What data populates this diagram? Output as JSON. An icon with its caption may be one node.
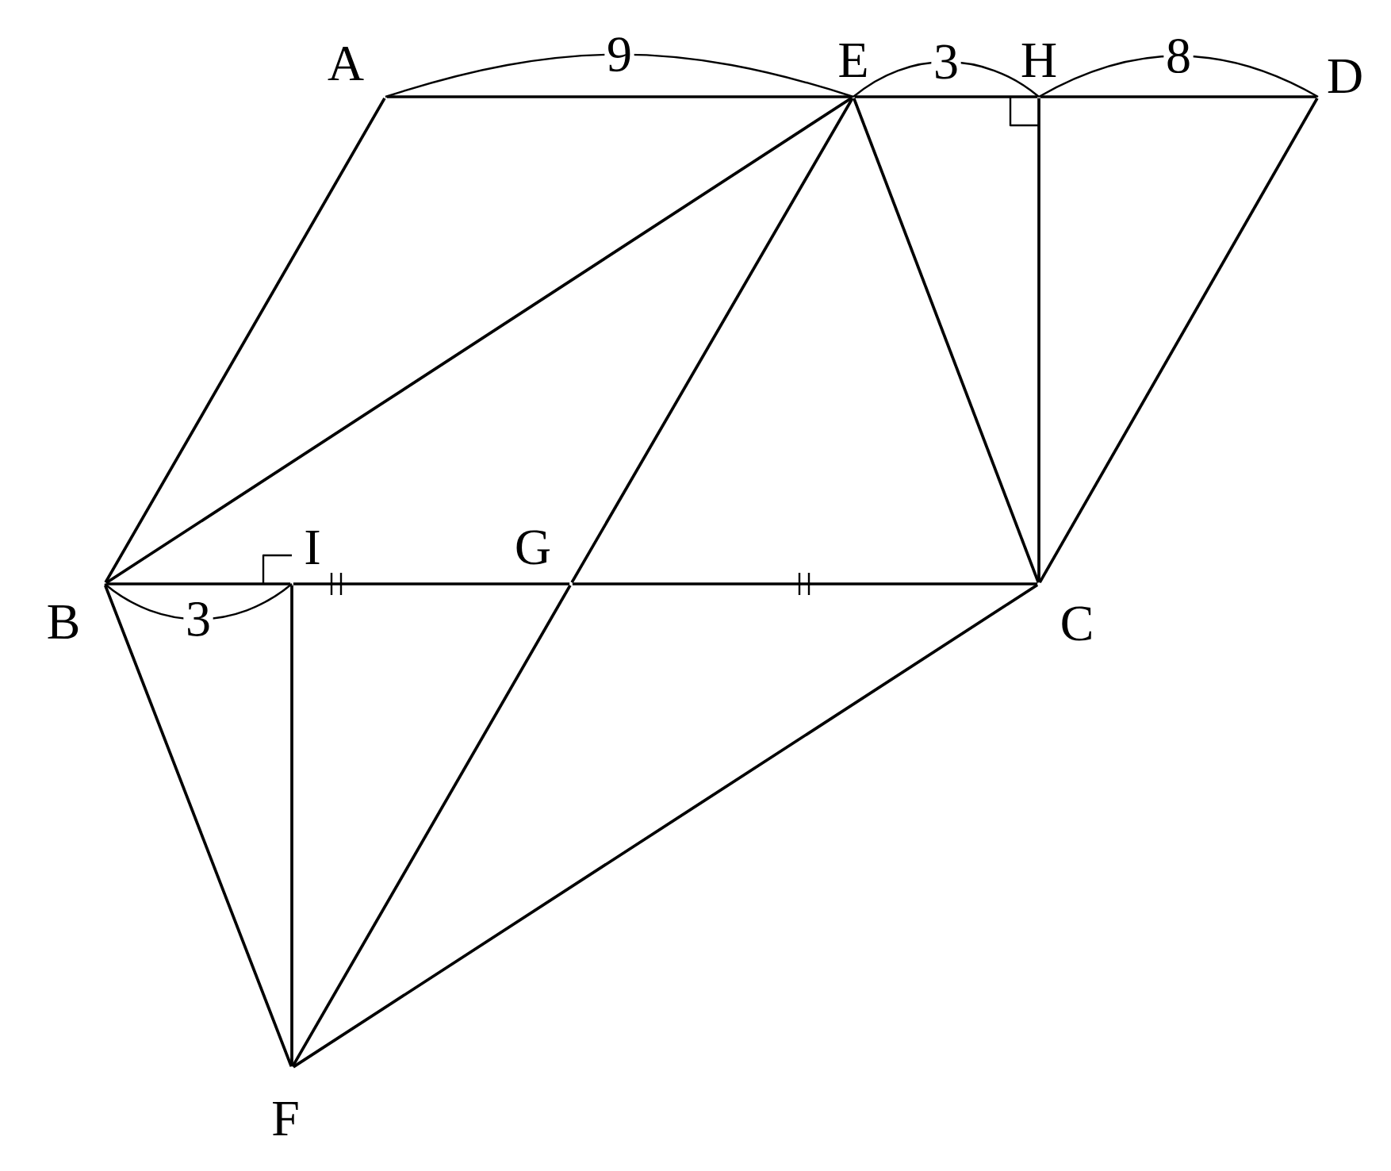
{
  "diagram": {
    "nodes": [
      {
        "text": [
          "A"
        ]
      },
      {
        "text": [
          "E"
        ]
      },
      {
        "text": [
          "H"
        ]
      },
      {
        "text": [
          "D"
        ]
      },
      {
        "text": [
          "B"
        ]
      },
      {
        "text": [
          "I"
        ]
      },
      {
        "text": [
          "G"
        ]
      },
      {
        "text": [
          "C"
        ]
      },
      {
        "text": [
          "F"
        ]
      }
    ],
    "edges": [
      {
        "from": 0,
        "to": 1,
        "arrow": "none"
      },
      {
        "from": 1,
        "to": 2,
        "arrow": "none"
      },
      {
        "from": 2,
        "to": 3,
        "arrow": "none"
      },
      {
        "from": 0,
        "to": 4,
        "arrow": "none"
      },
      {
        "from": 4,
        "to": 1,
        "arrow": "none"
      },
      {
        "from": 1,
        "to": 6,
        "arrow": "none"
      },
      {
        "from": 6,
        "to": 8,
        "arrow": "none"
      },
      {
        "from": 1,
        "to": 7,
        "arrow": "none"
      },
      {
        "from": 2,
        "to": 7,
        "arrow": "none"
      },
      {
        "from": 3,
        "to": 7,
        "arrow": "none"
      },
      {
        "from": 4,
        "to": 5,
        "arrow": "none"
      },
      {
        "from": 5,
        "to": 6,
        "arrow": "none"
      },
      {
        "from": 6,
        "to": 7,
        "arrow": "none"
      },
      {
        "from": 4,
        "to": 8,
        "arrow": "none"
      },
      {
        "from": 5,
        "to": 8,
        "arrow": "none"
      },
      {
        "from": 8,
        "to": 7,
        "arrow": "none"
      }
    ],
    "labels": [
      "9",
      "3",
      "8",
      "3"
    ]
  }
}
